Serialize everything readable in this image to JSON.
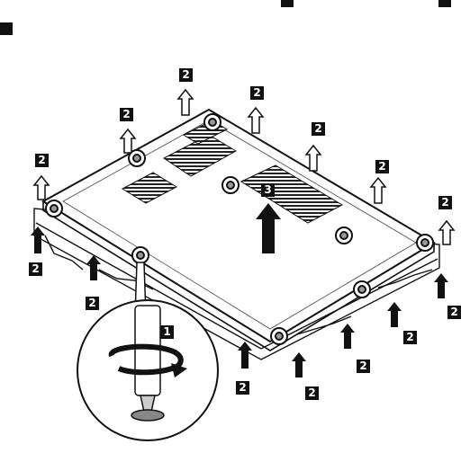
{
  "step_labels": {
    "screw": "1",
    "lift_point": "2",
    "remove_cover": "3"
  },
  "colors": {
    "ink": "#111111",
    "cover_fill": "#ffffff",
    "shadow": "#bbbbbb"
  },
  "icons": [
    "screwdriver-icon",
    "rotate-arrow-icon",
    "up-arrow-icon"
  ]
}
